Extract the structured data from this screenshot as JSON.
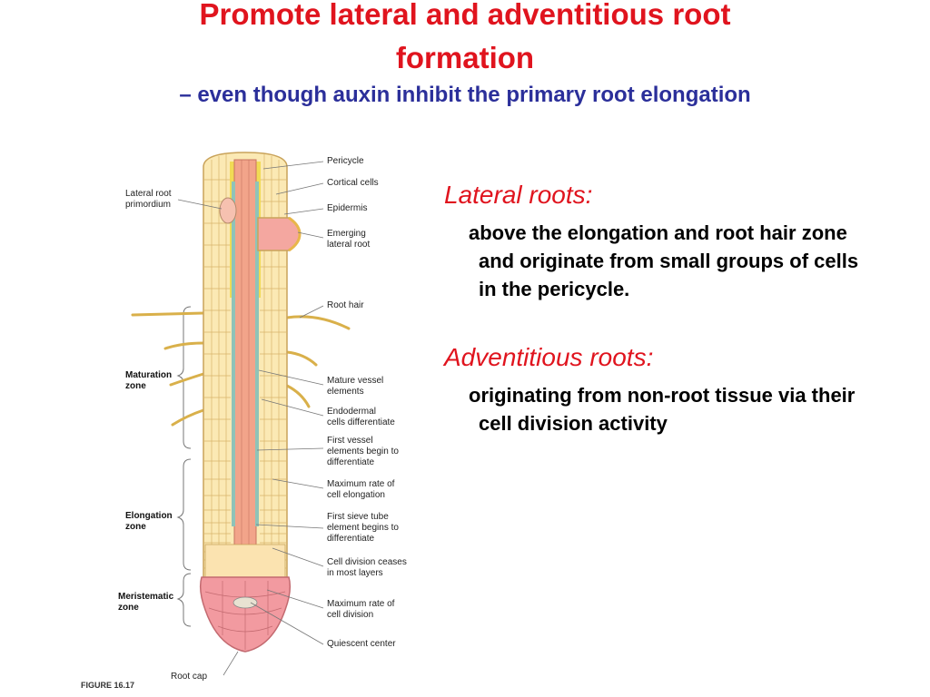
{
  "title": {
    "line1": "Promote lateral and adventitious root",
    "line2": "formation",
    "subtitle": "– even though auxin inhibit the primary root elongation"
  },
  "text": {
    "lateral_heading": "Lateral roots:",
    "lateral_body": "above the elongation and root hair zone and originate from small groups of cells in the pericycle.",
    "adventitious_heading": "Adventitious roots:",
    "adventitious_body": "originating from non-root tissue via their cell division activity"
  },
  "diagram": {
    "right_labels": [
      "Pericycle",
      "Cortical cells",
      "Epidermis",
      "Emerging\nlateral root",
      "Root hair",
      "Mature vessel\nelements",
      "Endodermal\ncells differentiate",
      "First vessel\nelements begin to\ndifferentiate",
      "Maximum rate of\ncell elongation",
      "First sieve tube\nelement begins to\ndifferentiate",
      "Cell division ceases\nin most layers",
      "Maximum rate of\ncell division",
      "Quiescent center"
    ],
    "left_labels": {
      "lateral_primordium": "Lateral root\nprimordium",
      "maturation": "Maturation\nzone",
      "elongation": "Elongation\nzone",
      "meristematic": "Meristematic\nzone",
      "root_cap": "Root cap"
    },
    "figure": "FIGURE 16.17",
    "colors": {
      "cortex": "#fbe9b4",
      "cell_line": "#c9a35a",
      "stele": "#f2a48a",
      "vessel": "#8fc3b8",
      "pericycle": "#f0d94a",
      "root_cap": "#f29aa0"
    }
  }
}
